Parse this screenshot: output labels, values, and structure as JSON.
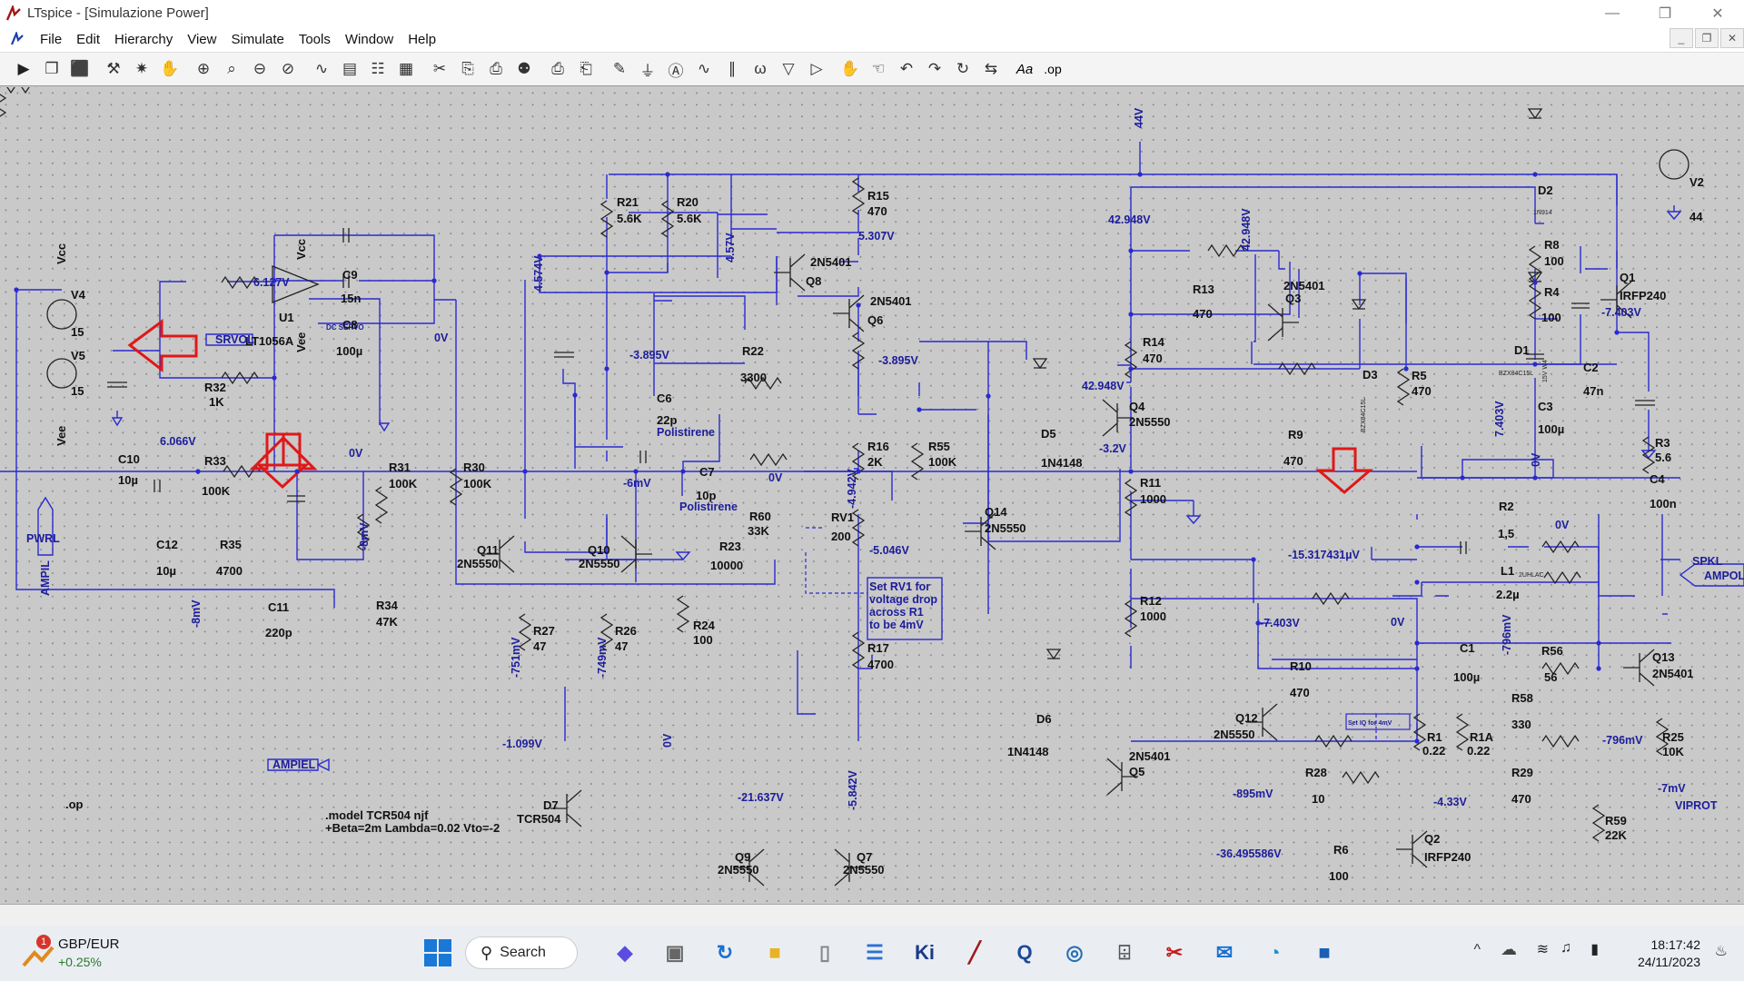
{
  "window": {
    "title": "LTspice - [Simulazione Power]"
  },
  "menu": {
    "items": [
      "File",
      "Edit",
      "Hierarchy",
      "View",
      "Simulate",
      "Tools",
      "Window",
      "Help"
    ]
  },
  "toolbar": {
    "icons": [
      "run-icon",
      "open-icon",
      "save-icon",
      "control-panel-icon",
      "halt-icon",
      "pan-hand-icon",
      "zoom-in-icon",
      "zoom-area-icon",
      "zoom-out-icon",
      "zoom-fit-icon",
      "waveform-icon",
      "tile-icon",
      "cascade-icon",
      "window-icon",
      "cut-icon",
      "copy-icon",
      "paste-icon",
      "find-icon",
      "print-icon",
      "print-setup-icon",
      "wire-pencil-icon",
      "ground-icon",
      "label-net-icon",
      "resistor-icon",
      "capacitor-icon",
      "inductor-icon",
      "diode-icon",
      "component-icon",
      "move-hand-icon",
      "drag-hand-icon",
      "undo-icon",
      "redo-icon",
      "rotate-icon",
      "mirror-icon",
      "text-icon",
      "spice-directive-icon"
    ],
    "text_label": "Aa",
    "op_label": ".op"
  },
  "schematic": {
    "components": {
      "V4": "V4",
      "V4v": "15",
      "V5": "V5",
      "V5v": "15",
      "Vcc": "Vcc",
      "Vee": "Vee",
      "V2": "V2",
      "V2v": "44",
      "Vcc2": "Vcc",
      "Vee2": "Vee",
      "U1": "U1",
      "U1m": "LT1056A",
      "dcservo": "DC SERVO",
      "C9": "C9",
      "C9v": "15n",
      "C8": "C8",
      "C8v": "100µ",
      "R32": "R32",
      "R32v": "1K",
      "R33": "R33",
      "R33v": "100K",
      "C10": "C10",
      "C10v": "10µ",
      "R31": "R31",
      "R31v": "100K",
      "R30": "R30",
      "R30v": "100K",
      "C12": "C12",
      "C12v": "10µ",
      "R35": "R35",
      "R35v": "4700",
      "C11": "C11",
      "C11v": "220p",
      "R34": "R34",
      "R34v": "47K",
      "R21": "R21",
      "R21v": "5.6K",
      "R20": "R20",
      "R20v": "5.6K",
      "R15": "R15",
      "R15v": "470",
      "Q8": "Q8",
      "Q8m": "2N5401",
      "Q6": "Q6",
      "Q6m": "2N5401",
      "R22": "R22",
      "R22v": "3300",
      "C6": "C6",
      "C6v": "22p",
      "C6d": "Polistirene",
      "C7": "C7",
      "C7v": "10p",
      "C7d": "Polistirene",
      "R16": "R16",
      "R16v": "2K",
      "R55": "R55",
      "R55v": "100K",
      "RV1": "RV1",
      "RV1v": "200",
      "R60": "R60",
      "R60v": "33K",
      "R23": "R23",
      "R23v": "10000",
      "R24": "R24",
      "R24v": "100",
      "Q11": "Q11",
      "Q11m": "2N5550",
      "Q10": "Q10",
      "Q10m": "2N5550",
      "R27": "R27",
      "R27v": "47",
      "R26": "R26",
      "R26v": "47",
      "R17": "R17",
      "R17v": "4700",
      "Q14": "Q14",
      "Q14m": "2N5550",
      "D5": "D5",
      "D5m": "1N4148",
      "D6": "D6",
      "D6m": "1N4148",
      "D7": "D7",
      "D7m": "TCR504",
      "Q9": "Q9",
      "Q9m": "2N5550",
      "Q7": "Q7",
      "Q7m": "2N5550",
      "R13": "R13",
      "R13v": "470",
      "Q3": "Q3",
      "Q3m": "2N5401",
      "R14": "R14",
      "R14v": "470",
      "Q4": "Q4",
      "Q4m": "2N5550",
      "R11": "R11",
      "R11v": "1000",
      "R12": "R12",
      "R12v": "1000",
      "Q5": "Q5",
      "Q5m": "2N5401",
      "R9": "R9",
      "R9v": "470",
      "D3": "D3",
      "D3m": "BZX84C15L",
      "R5": "R5",
      "R5v": "470",
      "D2": "D2",
      "D2m": "1N914",
      "R8": "R8",
      "R8v": "100",
      "R4": "R4",
      "R4v": "100",
      "Q1": "Q1",
      "Q1m": "IRFP240",
      "D1": "D1",
      "D1m": "BZX84C15L",
      "D1d": "15V W4",
      "C2": "C2",
      "C2v": "47n",
      "C3": "C3",
      "C3v": "100µ",
      "R3": "R3",
      "R3v": "5.6",
      "C4": "C4",
      "C4v": "100n",
      "R2": "R2",
      "R2v": "1,5",
      "L1": "L1",
      "L1v": "2.2µ",
      "L1d": "2UHLAC",
      "C1": "C1",
      "C1v": "100µ",
      "R56": "R56",
      "R56v": "56",
      "Q13": "Q13",
      "Q13m": "2N5401",
      "R10": "R10",
      "R10v": "470",
      "R58": "R58",
      "R58v": "330",
      "Q12": "Q12",
      "Q12m": "2N5550",
      "R1": "R1",
      "R1v": "0.22",
      "R1A": "R1A",
      "R1Av": "0.22",
      "R25": "R25",
      "R25v": "10K",
      "R28": "R28",
      "R28v": "10",
      "R29": "R29",
      "R29v": "470",
      "R59": "R59",
      "R59v": "22K",
      "R6": "R6",
      "R6v": "100",
      "Q2": "Q2",
      "Q2m": "IRFP240",
      "setiq": "Set IQ for 4mV"
    },
    "nets": {
      "v44": "44V",
      "v6127": "6.127V",
      "v6066": "6.066V",
      "v0a": "0V",
      "v0b": "0V",
      "m8a": "-8mV",
      "m8b": "-8mV",
      "v4574": "4.574V",
      "v457": "4.57V",
      "v5307": "5.307V",
      "m3895a": "-3.895V",
      "m3895b": "-3.895V",
      "m6": "-6mV",
      "v0c": "0V",
      "m4942": "-4.942V",
      "m5046": "-5.046V",
      "m751": "-751mV",
      "m749": "-749mV",
      "m1099": "-1.099V",
      "v0d": "0V",
      "m21637": "-21.637V",
      "m5842": "-5.842V",
      "v42948a": "42.948V",
      "v42948b": "42.948V",
      "v42948c": "42.948V",
      "m32": "-3.2V",
      "m15317": "-15.317431µV",
      "m7403a": "-7.403V",
      "m7403b": "-7.403V",
      "v7403": "7.403V",
      "v0e": "0V",
      "v0f": "0V",
      "v0g": "0V",
      "m796a": "-796mV",
      "m796b": "-796mV",
      "m895": "-895mV",
      "m433": "-4.33V",
      "m7": "-7mV",
      "m36495": "-36.495586V"
    },
    "ports": {
      "srvol": "SRVOL",
      "pwrl": "PWRL",
      "ampil": "AMPIL",
      "ampiel": "AMPIEL",
      "spkl": "SPKL",
      "ampol": "AMPOL",
      "viprot": "VIPROT"
    },
    "directives": {
      "op": ".op",
      "model1": ".model TCR504 njf",
      "model2": "+Beta=2m Lambda=0.02 Vto=-2"
    },
    "note": [
      "Set RV1 for",
      "voltage drop",
      "across R1",
      "to be 4mV"
    ]
  },
  "taskbar": {
    "ticker": "GBP/EUR",
    "change": "+0.25%",
    "badge": "1",
    "search_label": "Search",
    "time": "18:17:42",
    "date": "24/11/2023"
  }
}
